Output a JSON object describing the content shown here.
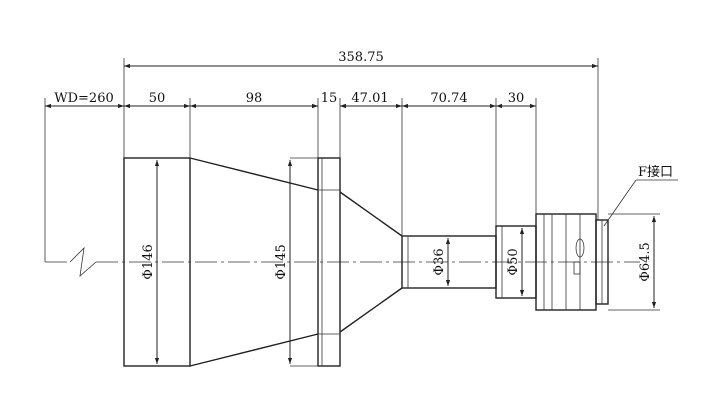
{
  "drawing": {
    "total_length": "358.75",
    "working_distance": "WD=260",
    "segments": [
      "50",
      "98",
      "15",
      "47.01",
      "70.74",
      "30"
    ],
    "diameters": [
      "Φ146",
      "Φ145",
      "Φ36",
      "Φ50",
      "Φ64.5"
    ],
    "mount_label": "F接口"
  }
}
